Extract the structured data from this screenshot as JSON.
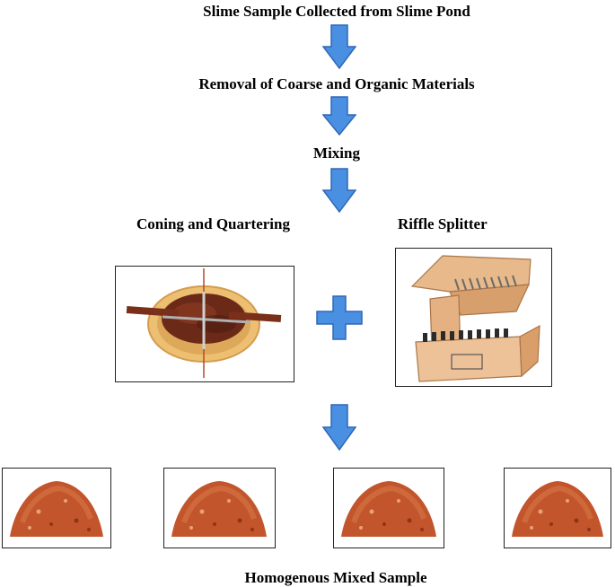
{
  "steps": {
    "step1": "Slime Sample Collected from Slime Pond",
    "step2": "Removal of Coarse and Organic Materials",
    "step3": "Mixing",
    "method_left": "Coning and Quartering",
    "method_right": "Riffle Splitter",
    "result": "Homogenous Mixed Sample"
  },
  "icons": {
    "flow": "down-arrow-icon",
    "combine": "plus-icon"
  },
  "colors": {
    "arrow_fill": "#4a90e2",
    "arrow_stroke": "#2f67b5",
    "sample": "#c2552b"
  }
}
